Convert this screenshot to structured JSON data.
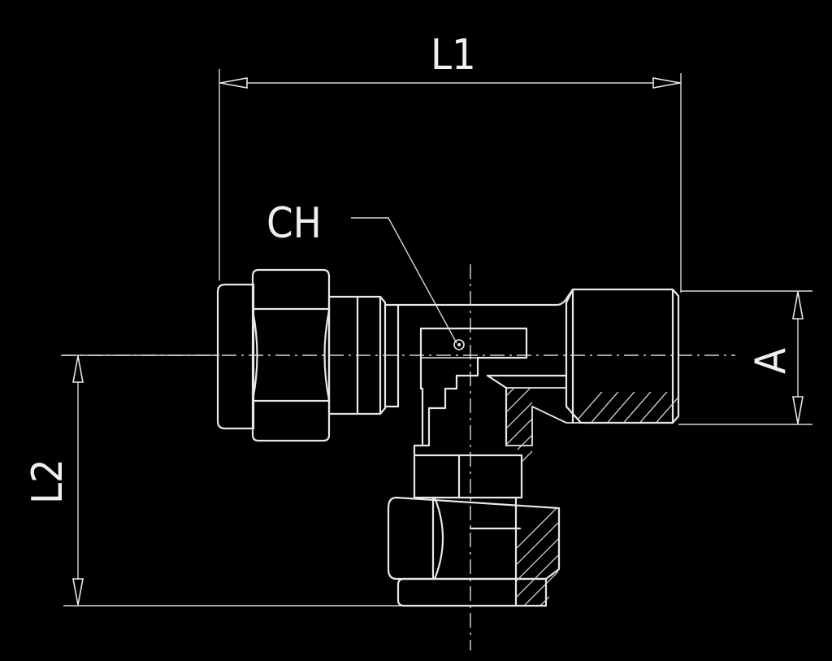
{
  "labels": {
    "l1": "L1",
    "l2": "L2",
    "ch": "CH",
    "a": "A"
  },
  "colors": {
    "background": "#000000",
    "line": "#e8e8e8"
  }
}
